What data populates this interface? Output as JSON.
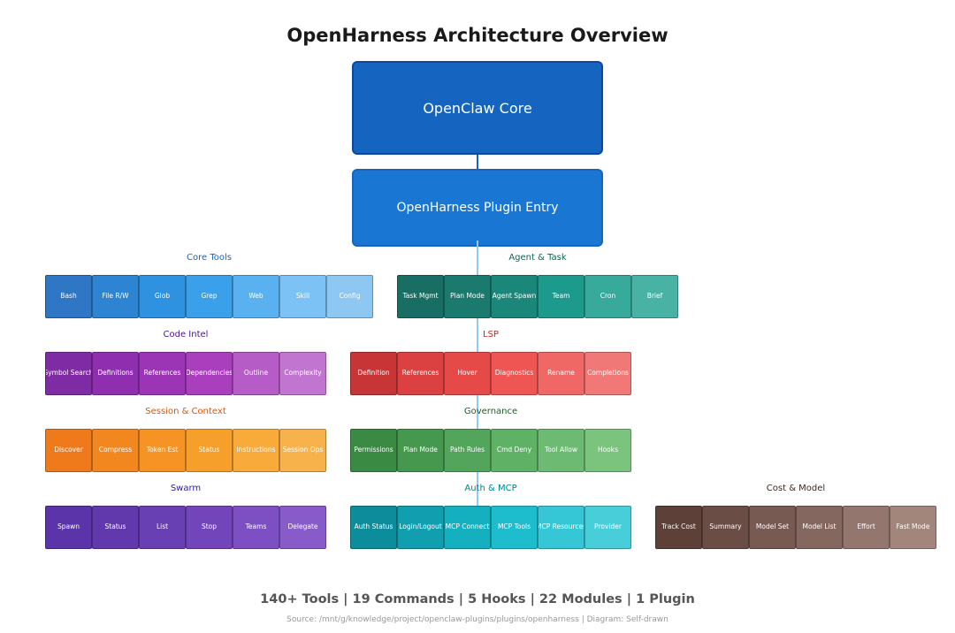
{
  "title": "OpenHarness Architecture Overview",
  "core": "OpenClaw Core",
  "entry": "OpenHarness Plugin Entry",
  "groups": [
    {
      "label": "Core Tools",
      "color": "#1565c0",
      "items": [
        "Bash",
        "File R/W",
        "Glob",
        "Grep",
        "Web",
        "Skill",
        "Config"
      ]
    },
    {
      "label": "Agent & Task",
      "color": "#00695c",
      "items": [
        "Task Mgmt",
        "Plan Mode",
        "Agent Spawn",
        "Team",
        "Cron",
        "Brief"
      ]
    },
    {
      "label": "Code Intel",
      "color": "#4a148c",
      "items": [
        "Symbol Search",
        "Definitions",
        "References",
        "Dependencies",
        "Outline",
        "Complexity"
      ]
    },
    {
      "label": "LSP",
      "color": "#c62828",
      "items": [
        "Definition",
        "References",
        "Hover",
        "Diagnostics",
        "Rename",
        "Completions"
      ]
    },
    {
      "label": "Session & Context",
      "color": "#e65100",
      "items": [
        "Discover",
        "Compress",
        "Token Est",
        "Status",
        "Instructions",
        "Session Ops"
      ]
    },
    {
      "label": "Governance",
      "color": "#1b5e20",
      "items": [
        "Permissions",
        "Plan Mode",
        "Path Rules",
        "Cmd Deny",
        "Tool Allow",
        "Hooks"
      ]
    },
    {
      "label": "Swarm",
      "color": "#311b92",
      "items": [
        "Spawn",
        "Status",
        "List",
        "Stop",
        "Teams",
        "Delegate"
      ]
    },
    {
      "label": "Auth & MCP",
      "color": "#00838f",
      "items": [
        "Auth Status",
        "Login/Logout",
        "MCP Connect",
        "MCP Tools",
        "MCP Resources",
        "Provider"
      ]
    },
    {
      "label": "Cost & Model",
      "color": "#3e2723",
      "items": [
        "Track Cost",
        "Summary",
        "Model Set",
        "Model List",
        "Effort",
        "Fast Mode"
      ]
    }
  ],
  "stats": "140+ Tools  |  19 Commands  |  5 Hooks  |  22 Modules  |  1 Plugin",
  "source": "Source: /mnt/g/knowledge/project/openclaw-plugins/plugins/openharness  |  Diagram: Self-drawn"
}
